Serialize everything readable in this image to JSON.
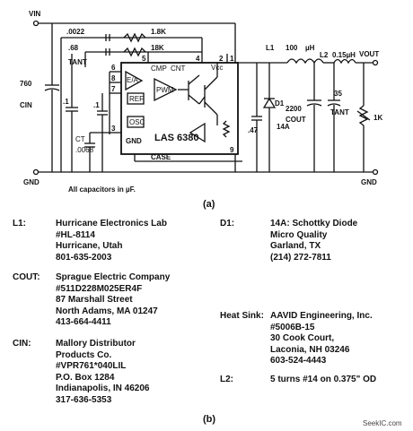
{
  "diagram": {
    "labels": {
      "vin": "VIN",
      "gnd_left": "GND",
      "gnd_right": "GND",
      "vout": "VOUT",
      "c_in": "CIN",
      "c_in_value": "760",
      "c_left_small": ".1",
      "c_mid_small": ".1",
      "ct": "CT",
      "ct_value": ".0068",
      "c_0022": ".0022",
      "c_68": ".68",
      "tant_top": "TANT",
      "r_18k_top": "1.8K",
      "r_18k": "18K",
      "l1": "L1",
      "l1_value": "100",
      "l1_unit": "µH",
      "l2": "L2",
      "l2_value": "0.15µH",
      "d1": "D1",
      "d1_rating": "14A",
      "c_47": ".47",
      "cout_value": "2200",
      "cout": "COUT",
      "c_35": "35",
      "tant_out": "TANT",
      "r_1k": "1K",
      "chip": "LAS 6380",
      "block_ea": "E/A",
      "block_ref": "REF",
      "block_osc": "OSC",
      "block_pwm": "PWM",
      "block_gnd": "GND",
      "block_cmp": "CMP",
      "block_cnt": "CNT",
      "block_vcc": "Vcc",
      "case_label": "CASE",
      "pins": [
        "6",
        "8",
        "7",
        "5",
        "3",
        "4",
        "2",
        "1",
        "9"
      ],
      "note": "All capacitors in µF."
    },
    "caption_a": "(a)"
  },
  "parts_list": {
    "left": [
      {
        "key": "L1:",
        "lines": "Hurricane Electronics Lab\n#HL-8114\nHurricane, Utah\n801-635-2003"
      },
      {
        "key": "COUT:",
        "lines": "Sprague Electric Company\n#511D228M025ER4F\n87 Marshall Street\nNorth Adams, MA 01247\n413-664-4411"
      },
      {
        "key": "CIN:",
        "lines": "Mallory Distributor\nProducts Co.\n#VPR761*040LIL\nP.O. Box 1284\nIndianapolis, IN 46206\n317-636-5353"
      }
    ],
    "right": [
      {
        "key": "D1:",
        "lines": "14A: Schottky Diode\nMicro Quality\nGarland, TX\n(214) 272-7811"
      },
      {
        "key": "Heat Sink:",
        "lines": "AAVID Engineering, Inc.\n#5006B-15\n30 Cook Court,\nLaconia, NH 03246\n603-524-4443"
      },
      {
        "key": "L2:",
        "lines": "5 turns #14 on 0.375\" OD"
      }
    ]
  },
  "caption_b": "(b)",
  "watermark": "SeekIC.com"
}
